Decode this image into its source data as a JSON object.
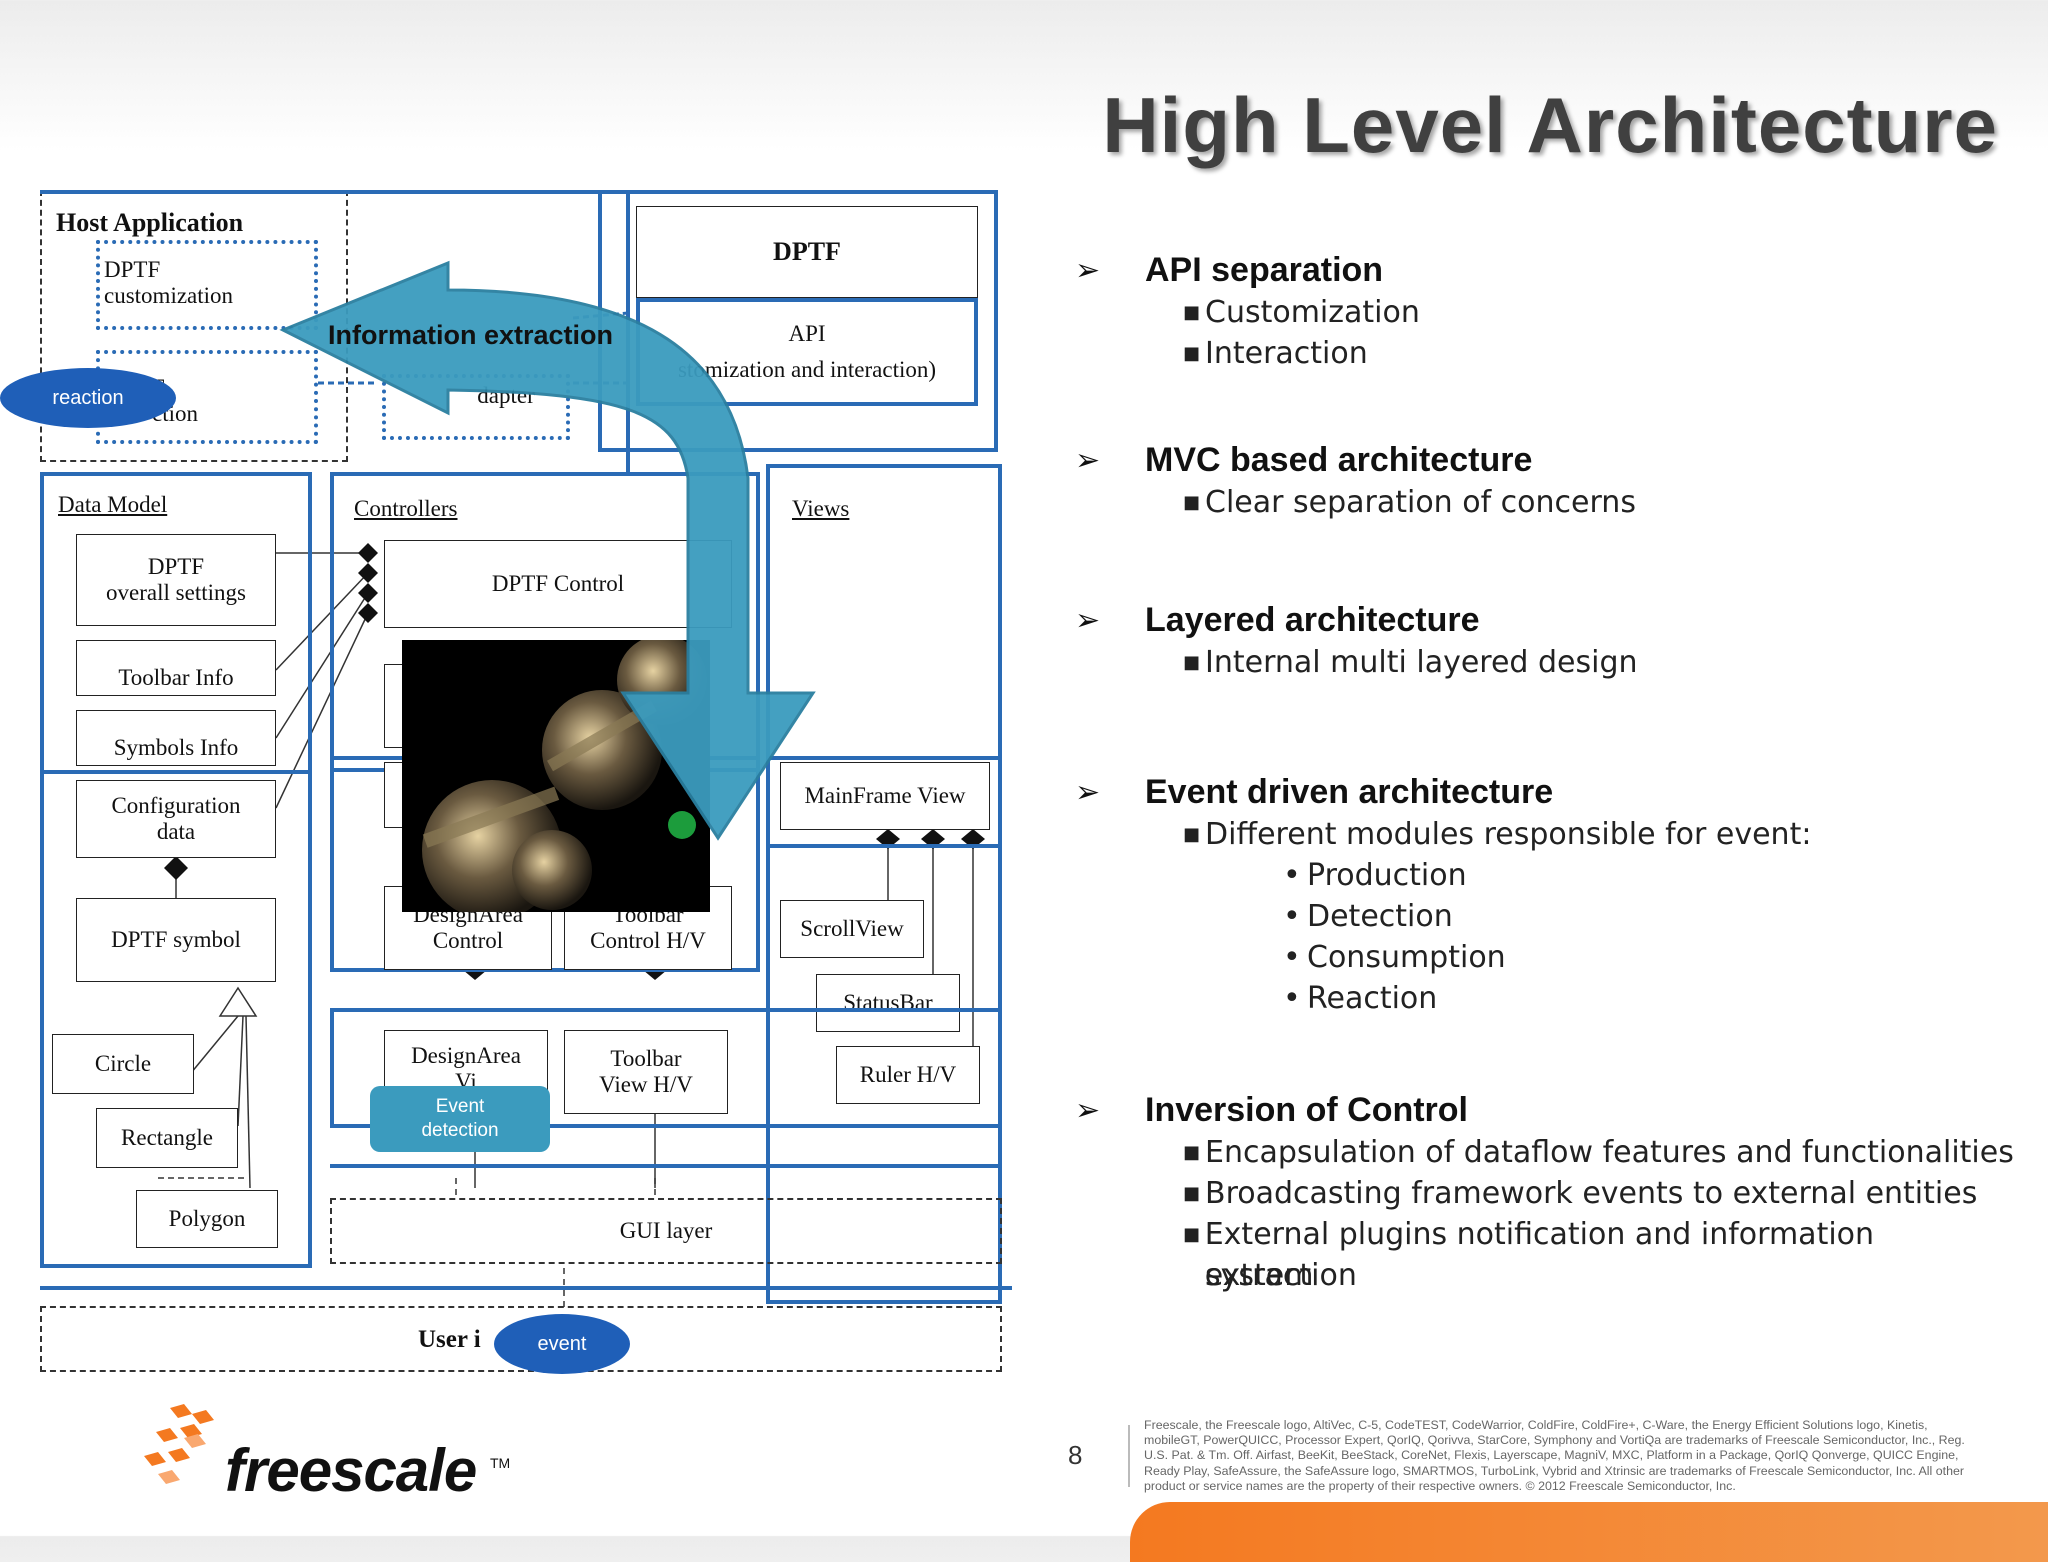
{
  "slide": {
    "title": "High Level Architecture",
    "page_number": "8"
  },
  "bullets": [
    {
      "title": "API separation",
      "items": [
        "Customization",
        "Interaction"
      ]
    },
    {
      "title": "MVC based architecture",
      "items": [
        "Clear separation of concerns"
      ]
    },
    {
      "title": "Layered architecture",
      "items": [
        "Internal multi layered design"
      ]
    },
    {
      "title": "Event driven architecture",
      "items": [
        "Different modules responsible for event:"
      ],
      "subitems": [
        "Production",
        "Detection",
        "Consumption",
        "Reaction"
      ]
    },
    {
      "title": "Inversion of Control",
      "items": [
        "Encapsulation of dataflow features and functionalities",
        "Broadcasting framework events to external entities",
        "External plugins notification and information extraction"
      ],
      "continuation": "system"
    }
  ],
  "diagram": {
    "host_application": "Host Application",
    "dptf_customization_1": "DPTF",
    "dptf_customization_2": "customization",
    "dptf_interaction_1": "F",
    "dptf_interaction_2": "ction",
    "adapter": "dapter",
    "dptf": "DPTF",
    "api": "API",
    "api_sub": "stomization and interaction)",
    "data_model": "Data Model",
    "controllers": "Controllers",
    "views": "Views",
    "dptf_overall_1": "DPTF",
    "dptf_overall_2": "overall settings",
    "toolbar_info": "Toolbar Info",
    "symbols_info": "Symbols Info",
    "config_1": "Configuration",
    "config_2": "data",
    "dptf_symbol": "DPTF symbol",
    "circle": "Circle",
    "rectangle": "Rectangle",
    "polygon": "Polygon",
    "dptf_control": "DPTF Control",
    "mainframe_view": "MainFrame View",
    "designarea_control_1": "DesignArea",
    "designarea_control_2": "Control",
    "toolbar_control_1": "Toolbar",
    "toolbar_control_2": "Control H/V",
    "scrollview": "ScrollView",
    "statusbar": "StatusBar",
    "ruler": "Ruler H/V",
    "designarea_view_1": "DesignArea",
    "designarea_view_2": "Vi",
    "toolbar_view_1": "Toolbar",
    "toolbar_view_2": "View H/V",
    "gui_layer": "GUI layer",
    "user_interface": "User i",
    "information_extraction": "Information extraction",
    "reaction": "reaction",
    "event": "event",
    "event_detection_1": "Event",
    "event_detection_2": "detection"
  },
  "footer": {
    "logo_text": "freescale",
    "trademark": "TM",
    "legal": "Freescale, the Freescale logo, AltiVec, C-5, CodeTEST, CodeWarrior, ColdFire, ColdFire+, C-Ware, the Energy Efficient Solutions logo, Kinetis, mobileGT, PowerQUICC, Processor Expert, QorIQ, Qorivva, StarCore, Symphony and VortiQa are trademarks of Freescale Semiconductor, Inc., Reg. U.S. Pat. & Tm. Off.  Airfast, BeeKit, BeeStack, CoreNet, Flexis, Layerscape, MagniV, MXC, Platform in a Package, QorIQ Qonverge, QUICC Engine, Ready Play, SafeAssure, the SafeAssure logo, SMARTMOS, TurboLink, Vybrid and Xtrinsic are trademarks of Freescale Semiconductor, Inc. All other product or service names are the property of their respective owners. © 2012 Freescale Semiconductor, Inc."
  },
  "colors": {
    "accent_blue": "#2a6bb5",
    "arrow_teal": "#3b9bbe",
    "oval_blue": "#1f5fb8",
    "freescale_orange": "#f47920"
  }
}
